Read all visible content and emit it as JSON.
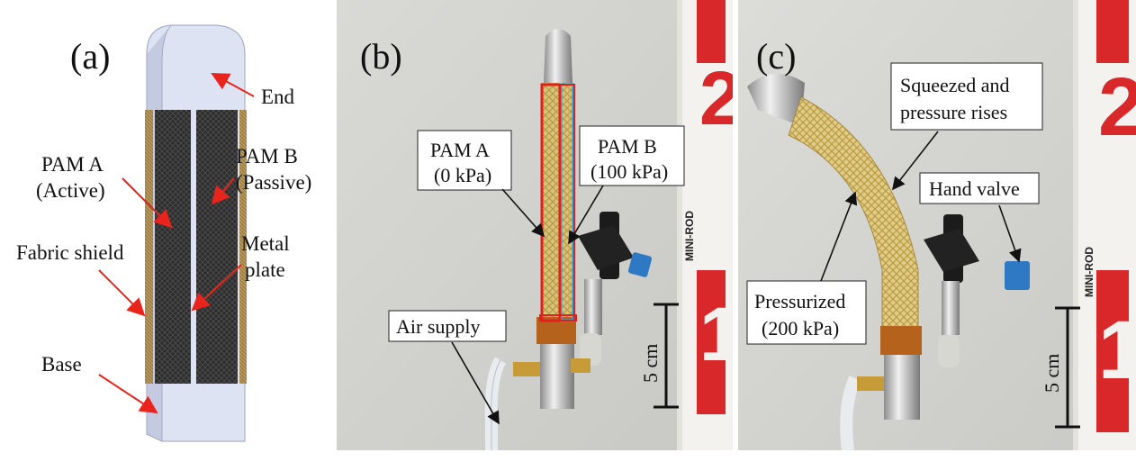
{
  "panel_a": {
    "tag": "(a)",
    "labels": {
      "end": "End",
      "pam_a_line1": "PAM A",
      "pam_a_line2": "(Active)",
      "pam_b_line1": "PAM B",
      "pam_b_line2": "(Passive)",
      "fabric_shield": "Fabric shield",
      "metal_line1": "Metal",
      "metal_line2": "plate",
      "base": "Base"
    }
  },
  "panel_b": {
    "tag": "(b)",
    "labels": {
      "pam_a_line1": "PAM A",
      "pam_a_line2": "(0 kPa)",
      "pam_b_line1": "PAM B",
      "pam_b_line2": "(100 kPa)",
      "air_supply": "Air supply",
      "scale": "5 cm"
    },
    "ruler_text": "MINI-ROD",
    "ruler_digits": [
      "2",
      "1"
    ]
  },
  "panel_c": {
    "tag": "(c)",
    "labels": {
      "squeezed_line1": "Squeezed and",
      "squeezed_line2": "pressure rises",
      "hand_valve": "Hand valve",
      "pressurized_line1": "Pressurized",
      "pressurized_line2": "(200 kPa)",
      "scale": "5 cm"
    },
    "ruler_text": "MINI-ROD",
    "ruler_digits": [
      "2",
      "1"
    ]
  },
  "colors": {
    "arrow_red": "#e8241c",
    "highlight_red": "#e0201a",
    "highlight_blue": "#2aa0e6",
    "ruler_red": "#d8282a",
    "fabric_gold": "#b8985a",
    "pam_dark": "#2a2a2a",
    "part_light": "#dde3f2"
  }
}
